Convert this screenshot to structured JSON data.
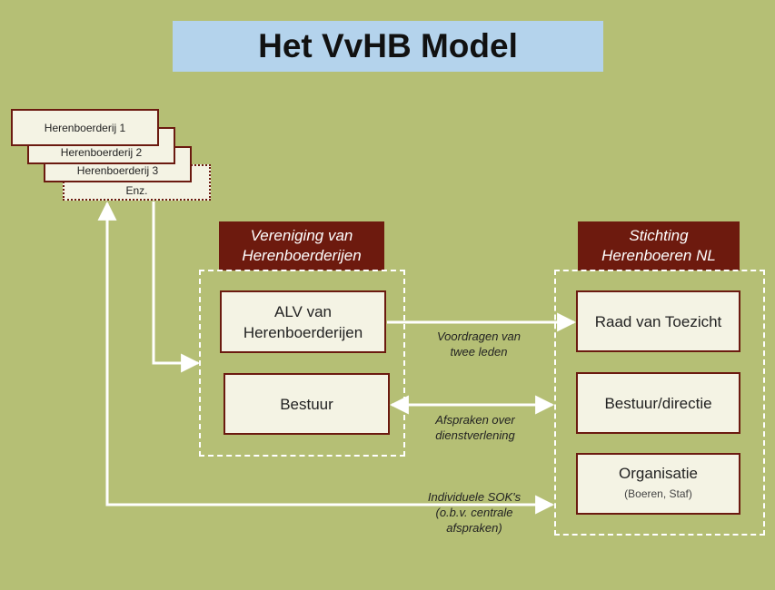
{
  "title": "Het VvHB Model",
  "farms": [
    "Herenboerderij 1",
    "Herenboerderij 2",
    "Herenboerderij 3",
    "Enz."
  ],
  "vereniging": {
    "header_line1": "Vereniging van",
    "header_line2": "Herenboerderijen",
    "alv_line1": "ALV van",
    "alv_line2": "Herenboerderijen",
    "bestuur": "Bestuur"
  },
  "stichting": {
    "header_line1": "Stichting",
    "header_line2": "Herenboeren NL",
    "raad": "Raad van Toezicht",
    "bestuur": "Bestuur/directie",
    "organisatie": "Organisatie",
    "organisatie_sub": "(Boeren, Staf)"
  },
  "notes": {
    "voordragen_line1": "Voordragen van",
    "voordragen_line2": "twee leden",
    "afspraken_line1": "Afspraken over",
    "afspraken_line2": "dienstverlening",
    "sok_line1": "Individuele SOK's",
    "sok_line2": "(o.b.v. centrale",
    "sok_line3": "afspraken)"
  },
  "colors": {
    "background": "#b5bf75",
    "title_bg": "#b4d3ec",
    "header_bg": "#6d1a0e",
    "box_bg": "#f4f3e4",
    "box_border": "#6b1a10",
    "arrow": "#ffffff"
  }
}
